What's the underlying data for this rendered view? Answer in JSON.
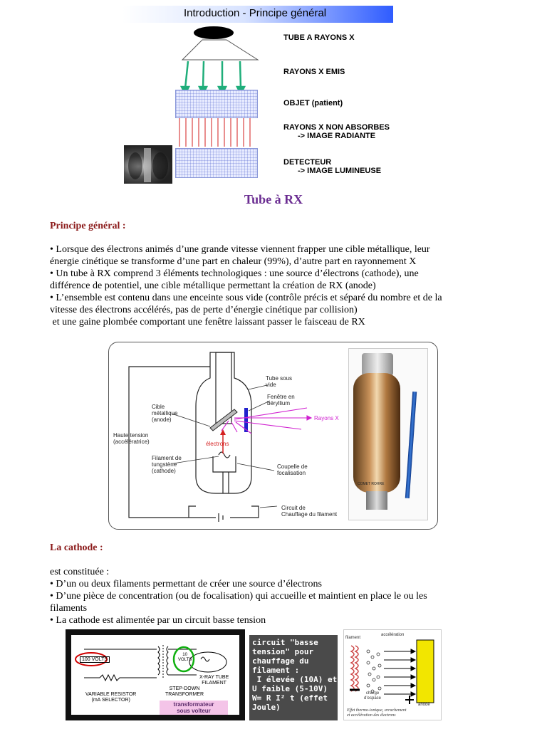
{
  "figure1": {
    "banner": "Introduction - Principe général",
    "labels": {
      "tube": "TUBE A RAYONS X",
      "rayons": "RAYONS X EMIS",
      "objet": "OBJET (patient)",
      "non_absorbes_1": "RAYONS X NON ABSORBES",
      "non_absorbes_2": "-> IMAGE RADIANTE",
      "detecteur_1": "DETECTEUR",
      "detecteur_2": "-> IMAGE LUMINEUSE"
    }
  },
  "title": "Tube à RX",
  "section1": {
    "heading": "Principe général :",
    "lines": [
      "• Lorsque des électrons animés d’une grande vitesse viennent frapper une cible métallique, leur",
      "énergie cinétique se transforme d’une part en chaleur (99%), d’autre part en rayonnement X",
      "• Un tube à RX comprend 3 éléments technologiques : une source d’électrons (cathode), une",
      "différence de potentiel, une cible métallique permettant la création de RX (anode)",
      "• L’ensemble est contenu dans une enceinte sous vide (contrôle précis et séparé du nombre et de la",
      "vitesse des électrons accélérés, pas de perte d’énergie cinétique par collision)",
      " et une gaine plombée comportant une fenêtre laissant passer le faisceau de RX"
    ]
  },
  "figure2": {
    "tube_sous_vide_1": "Tube sous",
    "tube_sous_vide_2": "vide",
    "fenetre_1": "Fenêtre en",
    "fenetre_2": "béryllium",
    "rayons_x": "Rayons X",
    "cible_1": "Cible",
    "cible_2": "métallique",
    "cible_3": "(anode)",
    "haute_1": "Haute tension",
    "haute_2": "(accélératrice)",
    "electrons": "électrons",
    "filament_1": "Filament de",
    "filament_2": "tungstène",
    "filament_3": "(cathode)",
    "coupelle_1": "Coupelle de",
    "coupelle_2": "focalisation",
    "circuit_1": "Circuit de",
    "circuit_2": "Chauffage du filament",
    "photo_caption": "COMET ROHRE"
  },
  "section2": {
    "heading": "La cathode :",
    "lines": [
      "est constituée :",
      "• D’un ou deux filaments permettant de créer une source d’électrons",
      "• D’une pièce de concentration (ou de focalisation) qui accueille et maintient en place le ou les",
      "filaments",
      "• La cathode est alimentée par un circuit basse tension"
    ]
  },
  "figure3": {
    "volts100": "100 VOLTS",
    "volts10_1": "10",
    "volts10_2": "VOLTS",
    "xray_1": "X-RAY TUBE",
    "xray_2": "FILAMENT",
    "resistor_1": "VARIABLE RESISTOR",
    "resistor_2": "(mA SELECTOR)",
    "stepdown_1": "STEP-DOWN",
    "stepdown_2": "TRANSFORMER",
    "transfo_1": "transformateur",
    "transfo_2": "sous volteur",
    "circuit_lines": [
      "circuit \"basse",
      "tension\" pour",
      "chauffage du",
      "filament :",
      " I élevée (10A) et",
      "U faible (5-10V)",
      "W= R I² t (effet",
      "Joule)"
    ],
    "filament": "filament",
    "acceleration": "accélération",
    "charge_1": "charge",
    "charge_2": "d’espace",
    "anode": "anode",
    "caption_1": "Effet thermo-ionique, arrachement",
    "caption_2": "et accélération des électrons"
  }
}
